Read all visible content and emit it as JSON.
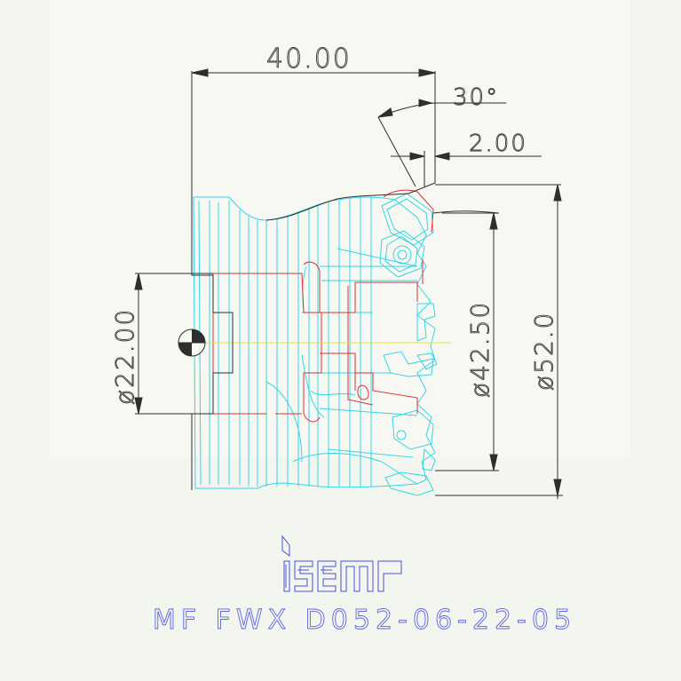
{
  "colors": {
    "background": "#f3f6ee",
    "dimension": "#2e2e2e",
    "body_outline": "#33d6e8",
    "section_line": "#e0303a",
    "centerline": "#e8e23a",
    "logo": "#4650e0"
  },
  "dimensions": {
    "length": "40.00",
    "angle": "30°",
    "depth": "2.00",
    "bore": "ø22.00",
    "inner_diameter": "ø42.50",
    "outer_diameter": "ø52.0"
  },
  "logo": {
    "text": "iscar"
  },
  "part_number": "MF FWX D052-06-22-05"
}
